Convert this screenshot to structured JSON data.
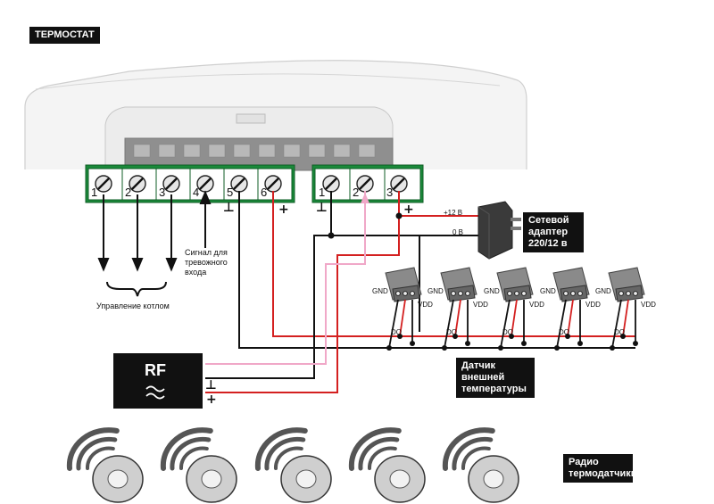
{
  "title": "ТЕРМОСТАТ",
  "left_terminals": [
    "1",
    "2",
    "3",
    "4",
    "5",
    "6"
  ],
  "right_terminals": [
    "1",
    "2",
    "3"
  ],
  "boiler_control": "Управление котлом",
  "alarm_signal": "Сигнал для тревожного входа",
  "ground_symbol": "⊥",
  "plus_symbol": "+",
  "adapter": {
    "title": "Сетевой адаптер 220/12 в",
    "v12": "+12 В",
    "v0": "0 В"
  },
  "sensor_pins": {
    "gnd": "GND",
    "vdd": "VDD",
    "dq": "DQ"
  },
  "external_sensor": "Датчик внешней температуры",
  "rf_module": "RF",
  "radio_sensors": "Радио термодатчики",
  "colors": {
    "terminal_green": "#1a8a3a",
    "wire_red": "#d42020",
    "wire_pink": "#f0a8c8",
    "label_bg": "#111111"
  }
}
